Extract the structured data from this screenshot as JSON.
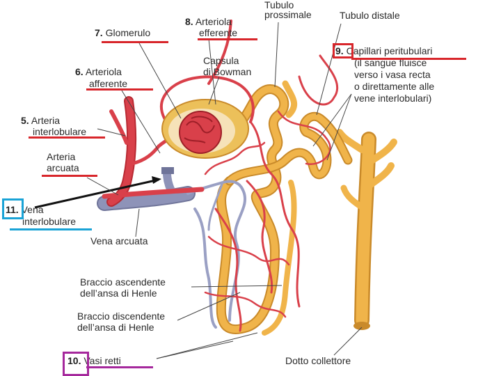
{
  "labels": {
    "glomerulo": {
      "num": "7.",
      "text": "Glomerulo"
    },
    "arteriola_efferente": {
      "num": "8.",
      "line1": "Arteriola",
      "line2": "efferente"
    },
    "tubulo_prossimale": {
      "line1": "Tubulo",
      "line2": "prossimale"
    },
    "tubulo_distale": "Tubulo distale",
    "capillari": {
      "num": "9.",
      "line1": "Capillari peritubulari",
      "line2": "(il sangue fluisce",
      "line3": "verso i vasa recta",
      "line4": "o direttamente alle",
      "line5": "vene interlobulari)"
    },
    "capsula": {
      "line1": "Capsula",
      "line2": "di Bowman"
    },
    "arteriola_afferente": {
      "num": "6.",
      "line1": "Arteriola",
      "line2": "afferente"
    },
    "arteria_interlobulare": {
      "num": "5.",
      "line1": "Arteria",
      "line2": "interlobulare"
    },
    "arteria_arcuata": {
      "line1": "Arteria",
      "line2": "arcuata"
    },
    "vena_interlobulare": {
      "num": "11.",
      "line1": "Vena",
      "line2": "interlobulare"
    },
    "vena_arcuata": "Vena arcuata",
    "braccio_ascendente": {
      "line1": "Braccio ascendente",
      "line2": "dell’ansa di Henle"
    },
    "braccio_discendente": {
      "line1": "Braccio discendente",
      "line2": "dell’ansa di Henle"
    },
    "vasi_retti": {
      "num": "10.",
      "text": "Vasi retti"
    },
    "dotto_collettore": "Dotto collettore"
  },
  "colors": {
    "underline_red": "#d8262b",
    "box_red": "#d8262b",
    "box_blue": "#1aa3d6",
    "box_purple": "#a5289c",
    "underline_blue": "#1aa3d6",
    "underline_purple": "#a5289c",
    "artery": "#d9404a",
    "vein": "#8e93b8",
    "tubule": "#f0b44a",
    "tubule_dark": "#c98a2a",
    "capsule": "#ecc05a"
  }
}
